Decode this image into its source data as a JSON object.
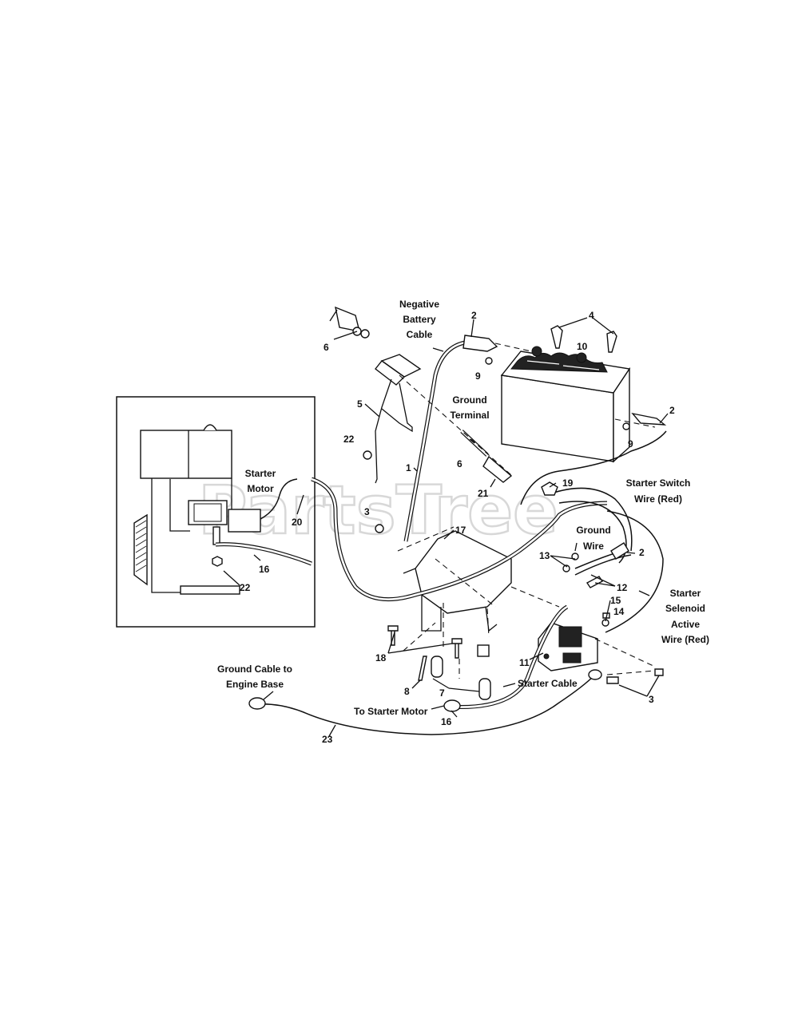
{
  "watermark": "PartsTree",
  "labels": {
    "negative_battery_cable": [
      "Negative",
      "Battery",
      "Cable"
    ],
    "ground_terminal": [
      "Ground",
      "Terminal"
    ],
    "starter_motor": [
      "Starter",
      "Motor"
    ],
    "starter_switch_wire": [
      "Starter Switch",
      "Wire (Red)"
    ],
    "ground_wire": [
      "Ground",
      "Wire"
    ],
    "starter_selenoid_active_wire": [
      "Starter",
      "Selenoid",
      "Active",
      "Wire (Red)"
    ],
    "ground_cable_to_engine_base": [
      "Ground Cable to",
      "Engine Base"
    ],
    "starter_cable": "Starter Cable",
    "to_starter_motor": "To Starter Motor"
  },
  "callouts": {
    "c6a": "6",
    "c2a": "2",
    "c4": "4",
    "c10": "10",
    "c9a": "9",
    "c5": "5",
    "c2b": "2",
    "c9b": "9",
    "c22a": "22",
    "c6b": "6",
    "c1": "1",
    "c21": "21",
    "c19": "19",
    "c20": "20",
    "c3a": "3",
    "c17": "17",
    "c16a": "16",
    "c22b": "22",
    "c13": "13",
    "c2c": "2",
    "c12": "12",
    "c15": "15",
    "c14": "14",
    "c18": "18",
    "c11": "11",
    "c8": "8",
    "c7": "7",
    "c3b": "3",
    "c16b": "16",
    "c23": "23"
  }
}
